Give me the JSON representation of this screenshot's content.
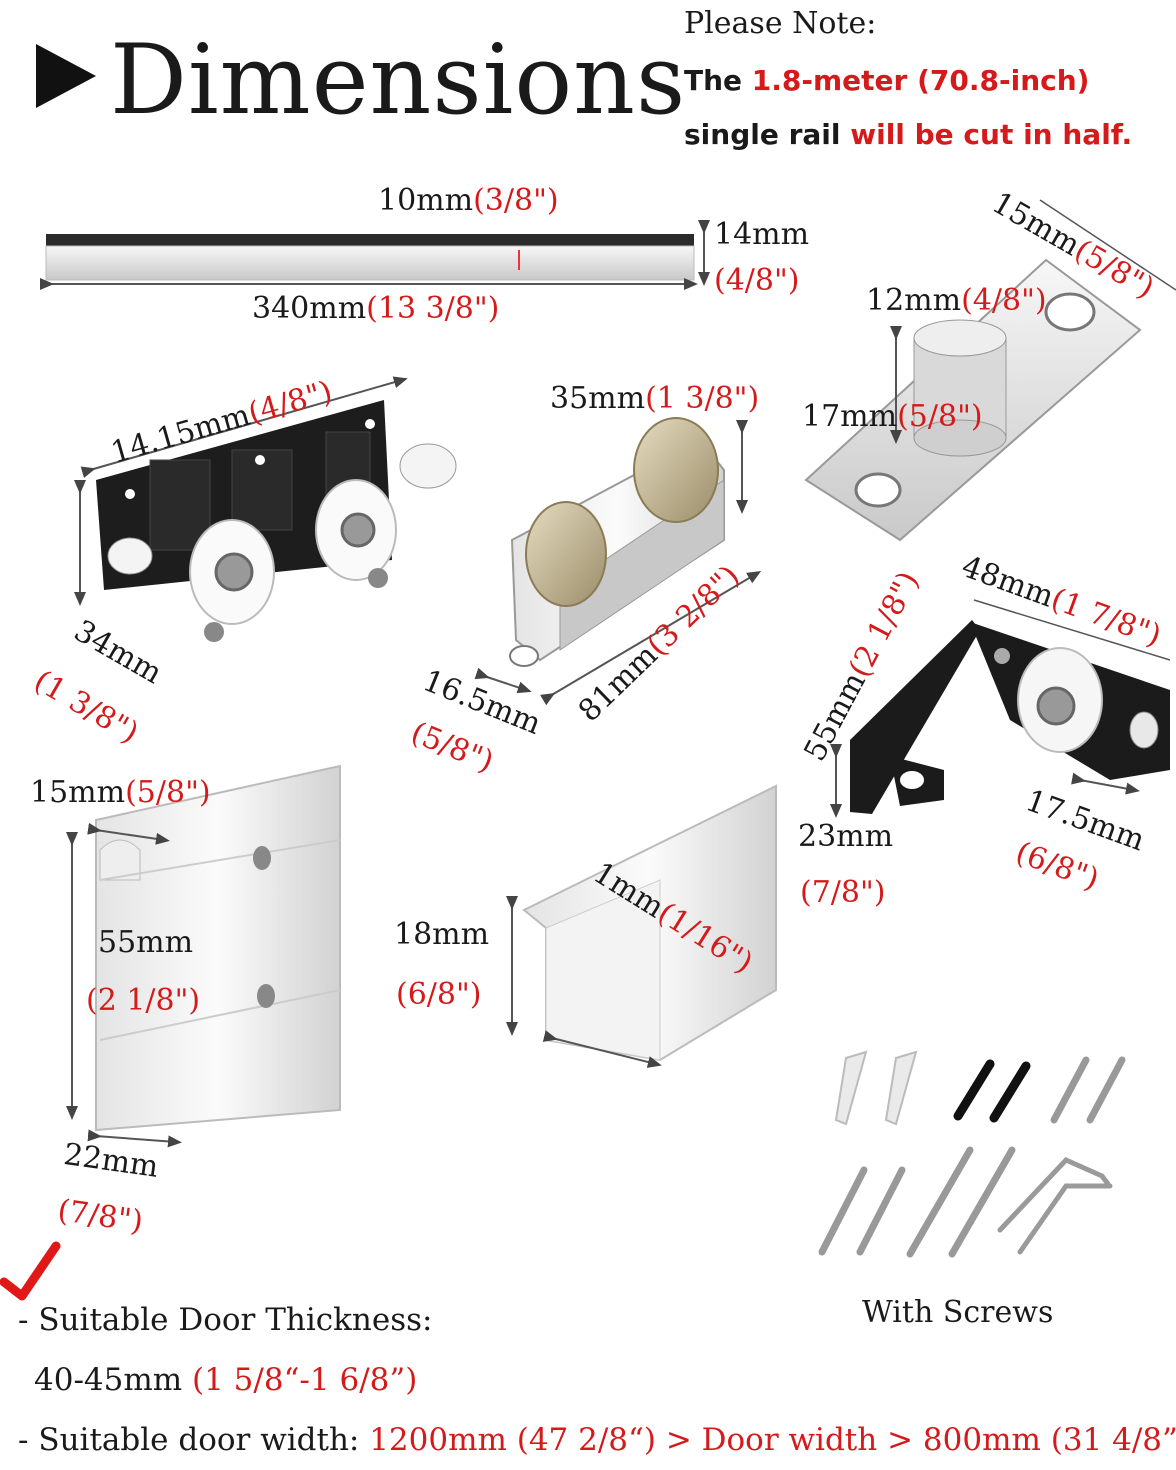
{
  "header": {
    "title": "Dimensions",
    "note_heading": "Please Note:",
    "note_line1_a": "The ",
    "note_line1_b": "1.8-meter (70.8-inch)",
    "note_line2_a": "single rail ",
    "note_line2_b": "will be cut in half."
  },
  "rail": {
    "width_mm": "10mm",
    "width_in": "(3/8\")",
    "height_mm": "14mm",
    "height_in": "(4/8\")",
    "length_mm": "340mm",
    "length_in": "(13  3/8\")"
  },
  "guide_plate": {
    "a_mm": "15mm",
    "a_in": "(5/8\")",
    "b_mm": "12mm",
    "b_in": "(4/8\")",
    "c_mm": "17mm",
    "c_in": "(5/8\")"
  },
  "hanger": {
    "width_mm": "14.15mm",
    "width_in": "(4/8\")",
    "depth_mm": "34mm",
    "depth_in": "(1  3/8\")"
  },
  "roller": {
    "height_mm": "35mm",
    "height_in": "(1 3/8\")",
    "length_mm": "81mm",
    "length_in": "(3  2/8\")",
    "width_mm": "16.5mm",
    "width_in": "(5/8\")"
  },
  "bracket": {
    "a_mm": "48mm",
    "a_in": "(1 7/8\")",
    "b_mm": "55mm",
    "b_in": "(2  1/8\")",
    "c_mm": "23mm",
    "c_in": "(7/8\")",
    "d_mm": "17.5mm",
    "d_in": "(6/8\")"
  },
  "profile": {
    "top_mm": "15mm",
    "top_in": "(5/8\")",
    "height_mm": "55mm",
    "height_in": "(2 1/8\")",
    "bottom_mm": "22mm",
    "bottom_in": "(7/8\")"
  },
  "floor_guide": {
    "height_mm": "18mm",
    "height_in": "(6/8\")",
    "thick_mm": "1mm",
    "thick_in": "(1/16\")"
  },
  "screws": {
    "label": "With Screws"
  },
  "specs": {
    "thickness_label": "- Suitable Door Thickness:",
    "thickness_mm": "40-45mm ",
    "thickness_in": "(1 5/8“-1 6/8”)",
    "width_label": "- Suitable door width: ",
    "width_value": "1200mm (47 2/8“) > Door width > 800mm (31 4/8”)"
  },
  "colors": {
    "accent": "#d41a1a",
    "text": "#1a1a1a"
  }
}
